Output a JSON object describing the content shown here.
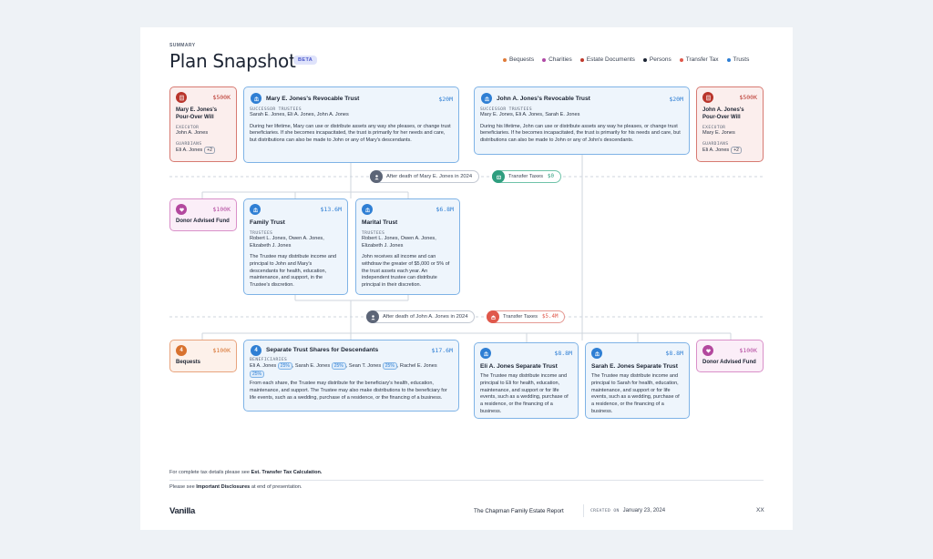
{
  "header": {
    "summary": "SUMMARY",
    "title": "Plan Snapshot",
    "beta": "BETA"
  },
  "legend": [
    {
      "label": "Bequests",
      "color": "#e07b39"
    },
    {
      "label": "Charities",
      "color": "#b04aa6"
    },
    {
      "label": "Estate Documents",
      "color": "#c0392b"
    },
    {
      "label": "Persons",
      "color": "#1c2433"
    },
    {
      "label": "Transfer Tax",
      "color": "#e0584b"
    },
    {
      "label": "Trusts",
      "color": "#2f7fd4"
    }
  ],
  "wills": {
    "mary": {
      "name_line1": "Mary E. Jones's",
      "name_line2": "Pour-Over Will",
      "amount": "$500K",
      "executor_label": "EXECUTOR",
      "executor": "John A. Jones",
      "guardians_label": "GUARDIANS",
      "guardian": "Eli A. Jones",
      "guardian_more": "+2"
    },
    "john": {
      "name_line1": "John A. Jones's",
      "name_line2": "Pour-Over Will",
      "amount": "$500K",
      "executor_label": "EXECUTOR",
      "executor": "Mary E. Jones",
      "guardians_label": "GUARDIANS",
      "guardian": "Eli A. Jones",
      "guardian_more": "+2"
    }
  },
  "trusts": {
    "mary_revocable": {
      "name": "Mary E. Jones's Revocable Trust",
      "amount": "$20M",
      "successor_label": "SUCCESSOR TRUSTEES",
      "successors": "Sarah E. Jones, Eli A. Jones, John A. Jones",
      "description": "During her lifetime, Mary can use or distribute assets any way she pleases, or change trust beneficiaries. If she becomes incapacitated, the trust is primarily for her needs and care, but distributions can also be made to John or any of Mary's descendants."
    },
    "john_revocable": {
      "name": "John A. Jones's Revocable Trust",
      "amount": "$20M",
      "successor_label": "SUCCESSOR TRUSTEES",
      "successors": "Mary E. Jones, Eli A. Jones, Sarah E. Jones",
      "description": "During his lifetime, John can use or distribute assets any way he pleases, or change trust beneficiaries. If he becomes incapacitated, the trust is primarily for his needs and care, but distributions can also be made to John or any of John's descendants."
    },
    "family": {
      "name": "Family Trust",
      "amount": "$13.6M",
      "trustees_label": "TRUSTEES",
      "trustees": "Robert L. Jones, Owen A. Jones, Elizabeth J. Jones",
      "description": "The Trustee may distribute income and principal to John and Mary's descendants for health, education, maintenance, and support, in the Trustee's discretion."
    },
    "marital": {
      "name": "Marital Trust",
      "amount": "$6.8M",
      "trustees_label": "TRUSTEES",
      "trustees": "Robert L. Jones, Owen A. Jones, Elizabeth J. Jones",
      "description": "John receives all income and can withdraw the greater of $5,000 or 5% of the trust assets each year. An independent trustee can distribute principal in their discretion."
    },
    "separate_shares": {
      "name": "Separate Trust Shares for Descendants",
      "badge": "4",
      "amount": "$17.6M",
      "beneficiaries_label": "BENEFICIARIES",
      "beneficiaries": [
        {
          "name": "Eli A. Jones",
          "pct": "25%"
        },
        {
          "name": "Sarah E. Jones",
          "pct": "25%"
        },
        {
          "name": "Sean T. Jones",
          "pct": "25%"
        },
        {
          "name": "Rachel E. Jones",
          "pct": "25%"
        }
      ],
      "description": "From each share, the Trustee may distribute for the beneficiary's health, education, maintenance, and support. The Trustee may also make distributions to the beneficiary for life events, such as a wedding, purchase of a residence, or the financing of a business."
    },
    "eli_separate": {
      "name": "Eli A. Jones Separate Trust",
      "amount": "$8.8M",
      "description": "The Trustee may distribute income and principal to Eli for health, education, maintenance, and support or for life events, such as a wedding, purchase of a residence, or the financing of a business."
    },
    "sarah_separate": {
      "name": "Sarah E. Jones Separate Trust",
      "amount": "$8.8M",
      "description": "The Trustee may distribute income and principal to Sarah for health, education, maintenance, and support or for life events, such as a wedding, purchase of a residence, or the financing of a business."
    }
  },
  "charities": {
    "daf1": {
      "name": "Donor Advised Fund",
      "amount": "$100K"
    },
    "daf2": {
      "name": "Donor Advised Fund",
      "amount": "$100K"
    }
  },
  "bequests": {
    "name": "Bequests",
    "badge": "4",
    "amount": "$100K"
  },
  "events": {
    "first": {
      "label": "After death of Mary E. Jones in 2024",
      "tax_label": "Transfer Taxes",
      "tax_value": "$0"
    },
    "second": {
      "label": "After death of John A. Jones in 2024",
      "tax_label": "Transfer Taxes",
      "tax_value": "$5.4M"
    }
  },
  "footer": {
    "tax_prefix": "For complete tax details please see ",
    "tax_link": "Est. Transfer Tax Calculation.",
    "disc_prefix": "Please see ",
    "disc_link": "Important Disclosures",
    "disc_suffix": " at end of presentation.",
    "brand": "Vanilla",
    "report": "The Chapman Family Estate Report",
    "created_label": "CREATED ON",
    "created_date": "January 23, 2024",
    "page": "XX"
  }
}
